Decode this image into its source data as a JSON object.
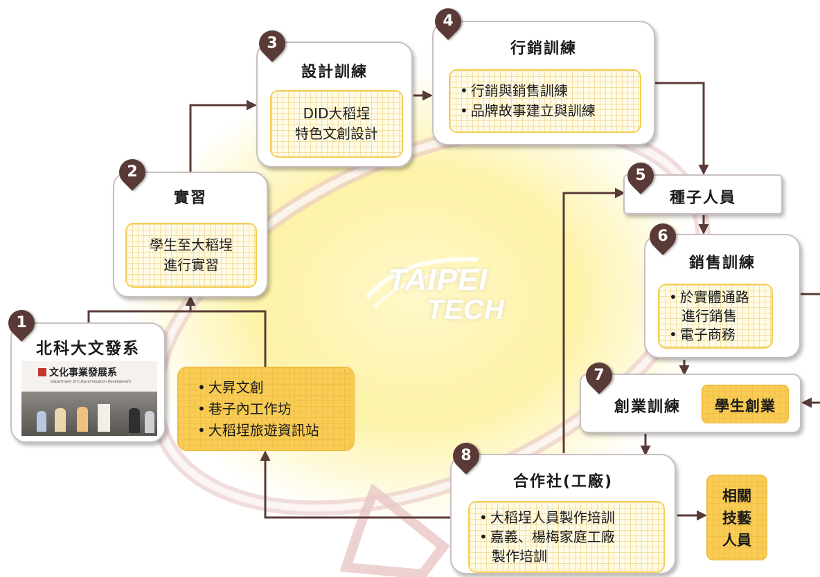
{
  "logo": {
    "line1": "TAIPEI",
    "line2": "TECH"
  },
  "steps": {
    "s1": {
      "num": "1",
      "title": "北科大文發系",
      "photo": {
        "header": "文化事業發展系",
        "subheader": "Department of Cultural Vocation Development"
      }
    },
    "s2": {
      "num": "2",
      "title": "實習",
      "body": [
        "學生至大稻埕",
        "進行實習"
      ]
    },
    "s3": {
      "num": "3",
      "title": "設計訓練",
      "body": [
        "DID大稻埕",
        "特色文創設計"
      ]
    },
    "s4": {
      "num": "4",
      "title": "行銷訓練",
      "items": [
        "行銷與銷售訓練",
        "品牌故事建立與訓練"
      ]
    },
    "s5": {
      "num": "5",
      "title": "種子人員"
    },
    "s6": {
      "num": "6",
      "title": "銷售訓練",
      "items": [
        "於實體通路",
        "進行銷售",
        "電子商務"
      ]
    },
    "s7": {
      "num": "7",
      "title": "創業訓練",
      "side": "學生創業"
    },
    "s8": {
      "num": "8",
      "title": "合作社(工廠)",
      "items": [
        "大稻埕人員製作培訓",
        "嘉義、楊梅家庭工廠",
        "製作培訓"
      ]
    }
  },
  "partners": {
    "items": [
      "大昇文創",
      "巷子內工作坊",
      "大稻埕旅遊資訊站"
    ]
  },
  "related": {
    "lines": [
      "相關",
      "技藝",
      "人員"
    ]
  },
  "colors": {
    "badge": "#5a3a36",
    "arrow": "#5a3a36",
    "highlight": "#f8cc55",
    "grid_border": "#f3cf55"
  }
}
